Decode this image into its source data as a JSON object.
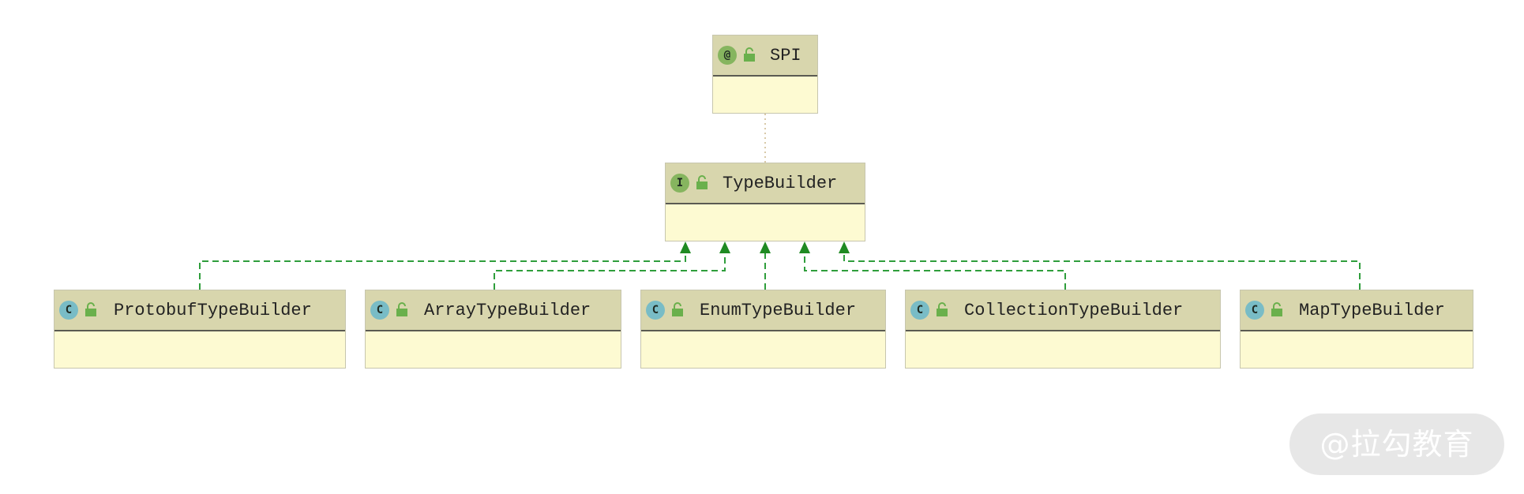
{
  "diagram": {
    "nodes": [
      {
        "id": "spi",
        "name": "SPI",
        "kind": "annotation",
        "kind_glyph": "@",
        "icon": "annotation-icon"
      },
      {
        "id": "typebuilder",
        "name": "TypeBuilder",
        "kind": "interface",
        "kind_glyph": "I",
        "icon": "interface-icon"
      },
      {
        "id": "protobuf",
        "name": "ProtobufTypeBuilder",
        "kind": "class",
        "kind_glyph": "C",
        "icon": "class-icon"
      },
      {
        "id": "array",
        "name": "ArrayTypeBuilder",
        "kind": "class",
        "kind_glyph": "C",
        "icon": "class-icon"
      },
      {
        "id": "enum",
        "name": "EnumTypeBuilder",
        "kind": "class",
        "kind_glyph": "C",
        "icon": "class-icon"
      },
      {
        "id": "collection",
        "name": "CollectionTypeBuilder",
        "kind": "class",
        "kind_glyph": "C",
        "icon": "class-icon"
      },
      {
        "id": "map",
        "name": "MapTypeBuilder",
        "kind": "class",
        "kind_glyph": "C",
        "icon": "class-icon"
      }
    ],
    "edges": [
      {
        "from": "spi",
        "to": "typebuilder",
        "type": "annotation-link"
      },
      {
        "from": "protobuf",
        "to": "typebuilder",
        "type": "implements"
      },
      {
        "from": "array",
        "to": "typebuilder",
        "type": "implements"
      },
      {
        "from": "enum",
        "to": "typebuilder",
        "type": "implements"
      },
      {
        "from": "collection",
        "to": "typebuilder",
        "type": "implements"
      },
      {
        "from": "map",
        "to": "typebuilder",
        "type": "implements"
      }
    ],
    "colors": {
      "header": "#d8d6ad",
      "body": "#fdfad2",
      "implements_line": "#2f9e3c",
      "arrow_head": "#1f8a22",
      "class_icon": "#79bcc6",
      "interface_icon": "#86b55f"
    }
  },
  "watermark": {
    "text": "@拉勾教育"
  }
}
